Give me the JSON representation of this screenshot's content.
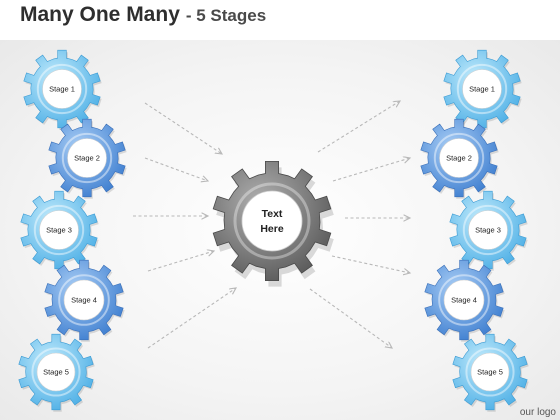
{
  "title": "Many One Many",
  "subtitle": "- 5 Stages",
  "center": {
    "line1": "Text",
    "line2": "Here"
  },
  "left_stages": [
    "Stage 1",
    "Stage 2",
    "Stage 3",
    "Stage 4",
    "Stage 5"
  ],
  "right_stages": [
    "Stage 1",
    "Stage 2",
    "Stage 3",
    "Stage 4",
    "Stage 5"
  ],
  "watermark": "our logo",
  "colors": {
    "gear_light": "#8fd3f2",
    "gear_dark": "#5b9fe0",
    "center_gear": "#7d7d7d",
    "arrow": "#b8b8b8",
    "title": "#2e2e2e"
  }
}
